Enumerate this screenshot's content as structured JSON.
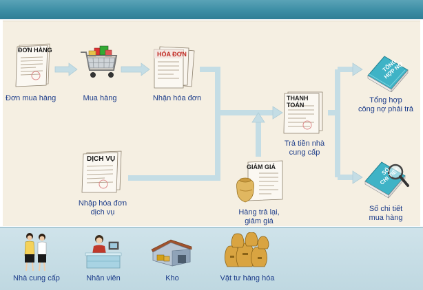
{
  "nodes": {
    "don_mua_hang": {
      "label": "Đơn mua hàng",
      "doc_title": "ĐƠN HÀNG"
    },
    "mua_hang": {
      "label": "Mua hàng"
    },
    "nhan_hoa_don": {
      "label": "Nhận hóa đơn",
      "doc_title": "HÓA ĐƠN"
    },
    "nhap_hoa_don_dv": {
      "label_line1": "Nhập hóa đơn",
      "label_line2": "dịch vụ",
      "doc_title": "DỊCH VỤ"
    },
    "tra_tien": {
      "label_line1": "Trả tiền nhà",
      "label_line2": "cung cấp",
      "doc_title": "THANH TOÁN"
    },
    "hang_tra_lai": {
      "label_line1": "Hàng trả lại,",
      "label_line2": "giảm giá",
      "doc_title": "GIẢM GIÁ"
    },
    "tong_hop": {
      "label_line1": "Tổng hợp",
      "label_line2": "công nợ phải trả",
      "book_title_1": "TỔNG",
      "book_title_2": "HỢP NỢ"
    },
    "so_chi_tiet": {
      "label_line1": "Sổ chi tiết",
      "label_line2": "mua hàng",
      "book_title_1": "SỔ",
      "book_title_2": "CHI TIẾT"
    }
  },
  "footer": {
    "items": [
      {
        "label": "Nhà cung cấp"
      },
      {
        "label": "Nhân viên"
      },
      {
        "label": "Kho"
      },
      {
        "label": "Vật tư hàng hóa"
      }
    ]
  },
  "colors": {
    "header": "#3a8ca3",
    "canvas": "#f5efe2",
    "footer": "#c6dde5",
    "connector": "#c4dde5",
    "label": "#1d3d8a"
  }
}
